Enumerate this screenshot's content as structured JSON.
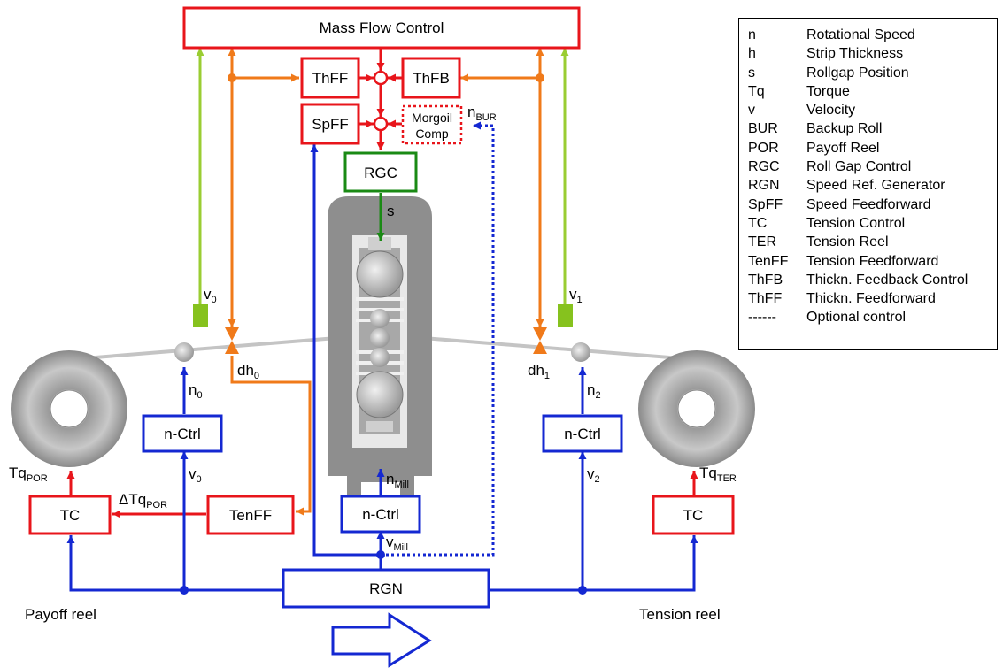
{
  "blocks": {
    "mass_flow": "Mass Flow Control",
    "thff": "ThFF",
    "thfb": "ThFB",
    "spff": "SpFF",
    "morgoil_1": "Morgoil",
    "morgoil_2": "Comp",
    "rgc": "RGC",
    "n_ctrl_left": "n-Ctrl",
    "n_ctrl_mill": "n-Ctrl",
    "n_ctrl_right": "n-Ctrl",
    "tc_left": "TC",
    "tc_right": "TC",
    "tenff": "TenFF",
    "rgn": "RGN"
  },
  "signals": {
    "s": "s",
    "n": "n",
    "v": "v",
    "dh": "dh",
    "tq": "Tq",
    "delta_tq": "ΔTq",
    "sub_0": "0",
    "sub_1": "1",
    "sub_2": "2",
    "sub_bur": "BUR",
    "sub_mill": "Mill",
    "sub_por": "POR",
    "sub_ter": "TER"
  },
  "captions": {
    "payoff_reel": "Payoff reel",
    "tension_reel": "Tension reel"
  },
  "legend": [
    {
      "abbr": "n",
      "desc": "Rotational Speed"
    },
    {
      "abbr": "h",
      "desc": "Strip Thickness"
    },
    {
      "abbr": "s",
      "desc": "Rollgap Position"
    },
    {
      "abbr": "Tq",
      "desc": "Torque"
    },
    {
      "abbr": "v",
      "desc": "Velocity"
    },
    {
      "abbr": "BUR",
      "desc": "Backup Roll"
    },
    {
      "abbr": "POR",
      "desc": "Payoff Reel"
    },
    {
      "abbr": "RGC",
      "desc": "Roll Gap Control"
    },
    {
      "abbr": "RGN",
      "desc": "Speed Ref. Generator"
    },
    {
      "abbr": "SpFF",
      "desc": "Speed Feedforward"
    },
    {
      "abbr": "TC",
      "desc": "Tension Control"
    },
    {
      "abbr": "TER",
      "desc": "Tension Reel"
    },
    {
      "abbr": "TenFF",
      "desc": "Tension Feedforward"
    },
    {
      "abbr": "ThFB",
      "desc": "Thickn. Feedback Control"
    },
    {
      "abbr": "ThFF",
      "desc": "Thickn. Feedforward"
    },
    {
      "abbr": "------",
      "desc": "Optional control"
    }
  ],
  "colors": {
    "red": "#e8151b",
    "orange": "#f07a1a",
    "blue": "#1428d2",
    "green": "#1a8a14",
    "lime": "#9acd32",
    "grey": "#8c8c8c"
  }
}
